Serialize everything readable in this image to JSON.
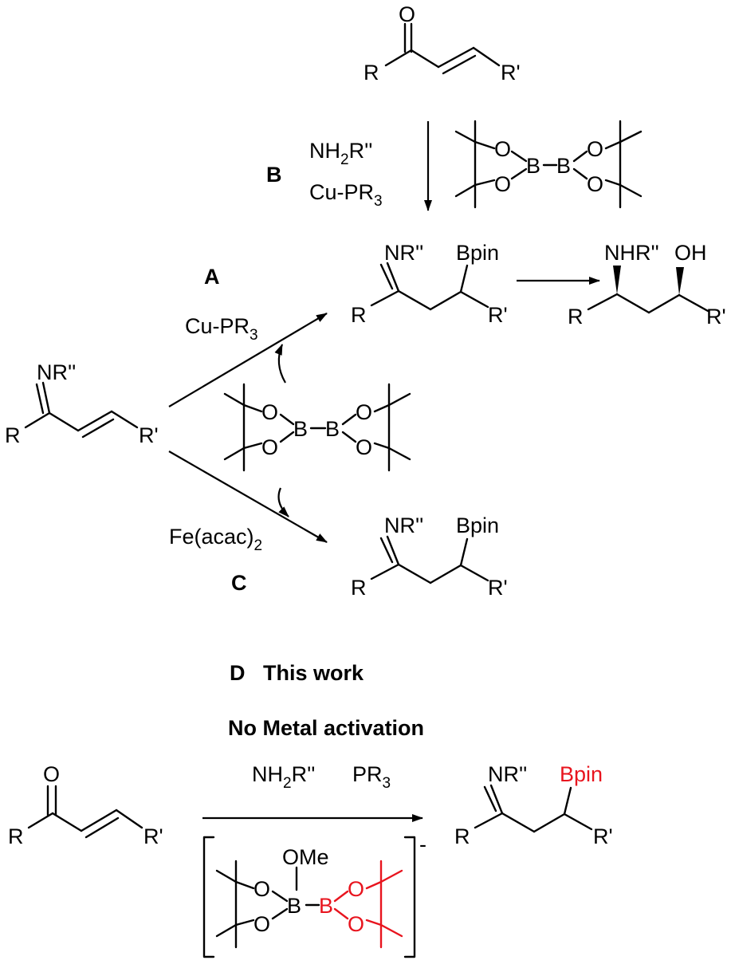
{
  "labels": {
    "A": "A",
    "B": "B",
    "C": "C",
    "D": "D",
    "this_work": "This work",
    "no_metal": "No Metal activation"
  },
  "atoms": {
    "O": "O",
    "B": "B",
    "R": "R",
    "R1": "R'",
    "NR2": "NR''",
    "NHR2": "NHR''",
    "OH": "OH",
    "Bpin": "Bpin",
    "OMe": "OMe",
    "charge_minus": "-"
  },
  "reagents": {
    "amine_prefix": "NH",
    "amine_sub": "2",
    "amine_suffix": "R''",
    "cu_prefix": "Cu-PR",
    "cu_sub": "3",
    "pr_prefix": "PR",
    "pr_sub": "3",
    "fe_prefix": "Fe(acac)",
    "fe_sub": "2"
  },
  "colors": {
    "highlight": "#e8141e",
    "ink": "#000000",
    "background": "#ffffff"
  }
}
